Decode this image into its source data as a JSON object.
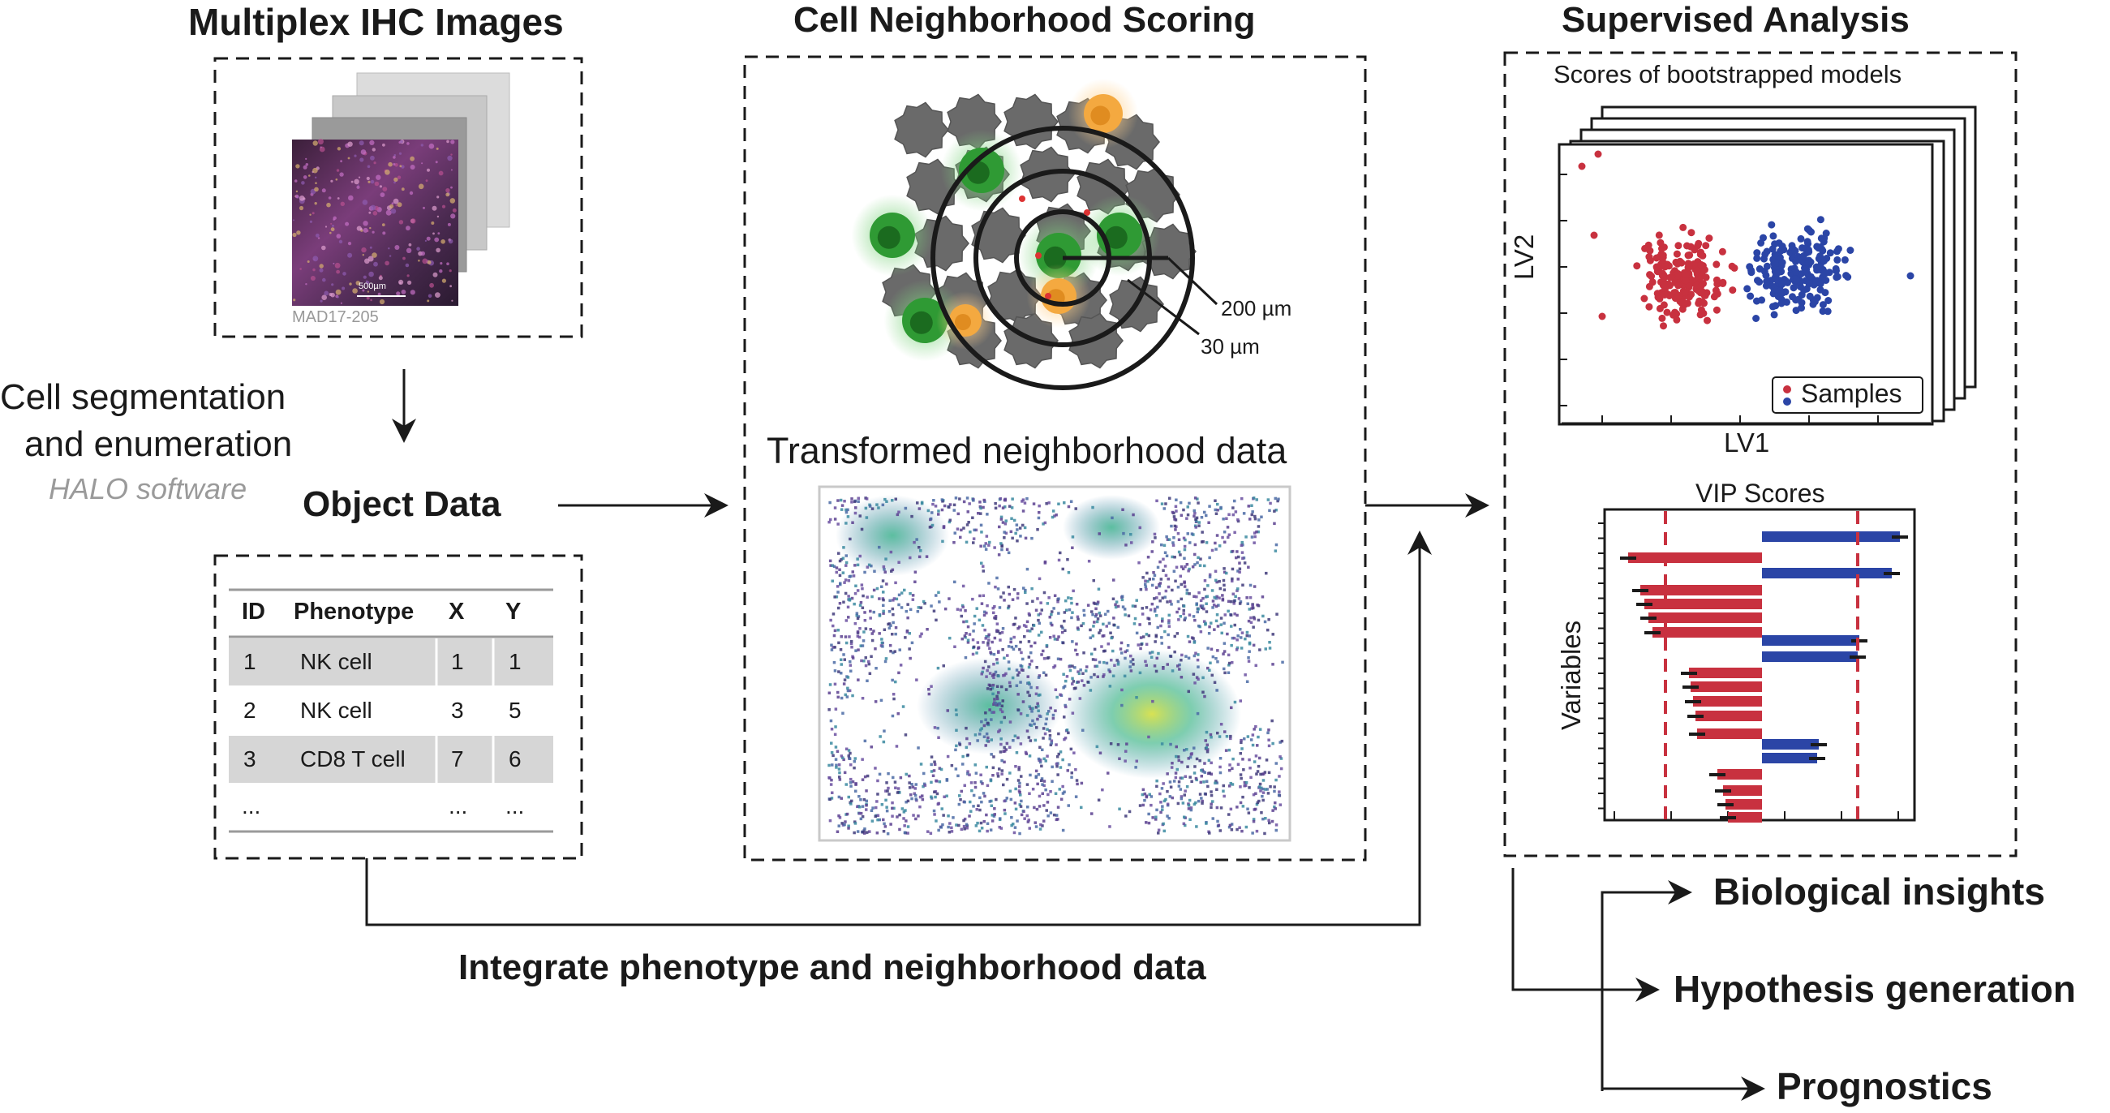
{
  "panels": {
    "ihc": {
      "title": "Multiplex IHC Images",
      "caption": "MAD17-205",
      "scalebar": "500µm"
    },
    "neighborhood": {
      "title": "Cell Neighborhood Scoring",
      "radius_outer": "200 µm",
      "radius_inner": "30 µm",
      "transformed_title": "Transformed neighborhood data"
    },
    "supervised": {
      "title": "Supervised Analysis",
      "scores_title": "Scores of bootstrapped models",
      "xlabel": "LV1",
      "ylabel": "LV2",
      "legend": "Samples",
      "vip_title": "VIP Scores",
      "vip_ylabel": "Variables"
    }
  },
  "steps": {
    "segmentation_line1": "Cell segmentation",
    "segmentation_line2": "and enumeration",
    "software": "HALO software",
    "object_data": "Object Data",
    "integrate": "Integrate phenotype and neighborhood data"
  },
  "table": {
    "headers": [
      "ID",
      "Phenotype",
      "X",
      "Y"
    ],
    "rows": [
      [
        "1",
        "NK cell",
        "1",
        "1"
      ],
      [
        "2",
        "NK cell",
        "3",
        "5"
      ],
      [
        "3",
        "CD8 T cell",
        "7",
        "6"
      ],
      [
        "...",
        "",
        "...",
        "..."
      ]
    ]
  },
  "outcomes": [
    "Biological insights",
    "Hypothesis generation",
    "Prognostics"
  ],
  "colors": {
    "red": "#c8313f",
    "blue": "#2b45a6",
    "green": "#2f9a34",
    "orange": "#f4a940",
    "gray": "#6d6d6d"
  }
}
